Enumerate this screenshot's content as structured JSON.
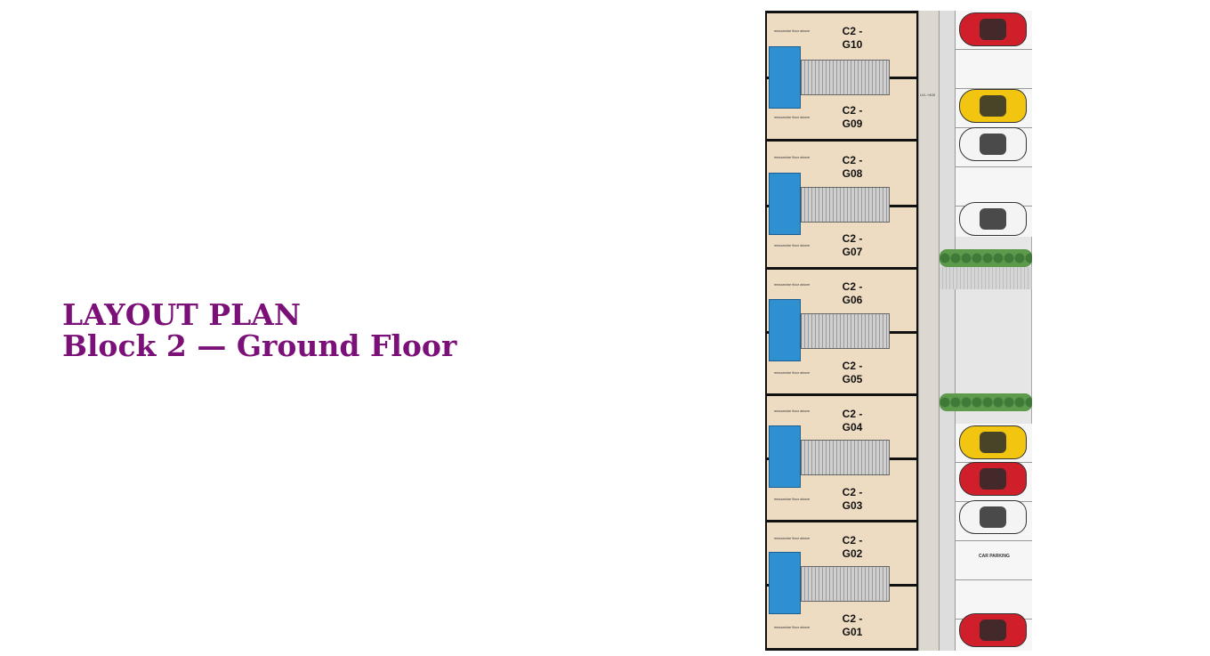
{
  "heading": {
    "line1": "LAYOUT PLAN",
    "line2": "Block 2 — Ground Floor"
  },
  "units": [
    {
      "line1": "C2 -",
      "line2": "G10",
      "note": "mezzanine floor above"
    },
    {
      "line1": "C2 -",
      "line2": "G09",
      "note": "mezzanine floor above"
    },
    {
      "line1": "C2 -",
      "line2": "G08",
      "note": "mezzanine floor above"
    },
    {
      "line1": "C2 -",
      "line2": "G07",
      "note": "mezzanine floor above"
    },
    {
      "line1": "C2 -",
      "line2": "G06",
      "note": "mezzanine floor above"
    },
    {
      "line1": "C2 -",
      "line2": "G05",
      "note": "mezzanine floor above"
    },
    {
      "line1": "C2 -",
      "line2": "G04",
      "note": "mezzanine floor above"
    },
    {
      "line1": "C2 -",
      "line2": "G03",
      "note": "mezzanine floor above"
    },
    {
      "line1": "C2 -",
      "line2": "G02",
      "note": "mezzanine floor above"
    },
    {
      "line1": "C2 -",
      "line2": "G01",
      "note": "mezzanine floor above"
    }
  ],
  "walkway_label": "LVL.+400",
  "parking_label": "CAR PARKING",
  "colors": {
    "heading": "#7b1178",
    "unit_floor": "#eddcc2",
    "pool": "#2e8fd1",
    "walkway": "#dcd8cf",
    "road": "#e6e6e6",
    "hedge": "#5d9a4c",
    "car_red": "#d01f2a",
    "car_yellow": "#f2c511",
    "car_white": "#f4f4f4"
  }
}
